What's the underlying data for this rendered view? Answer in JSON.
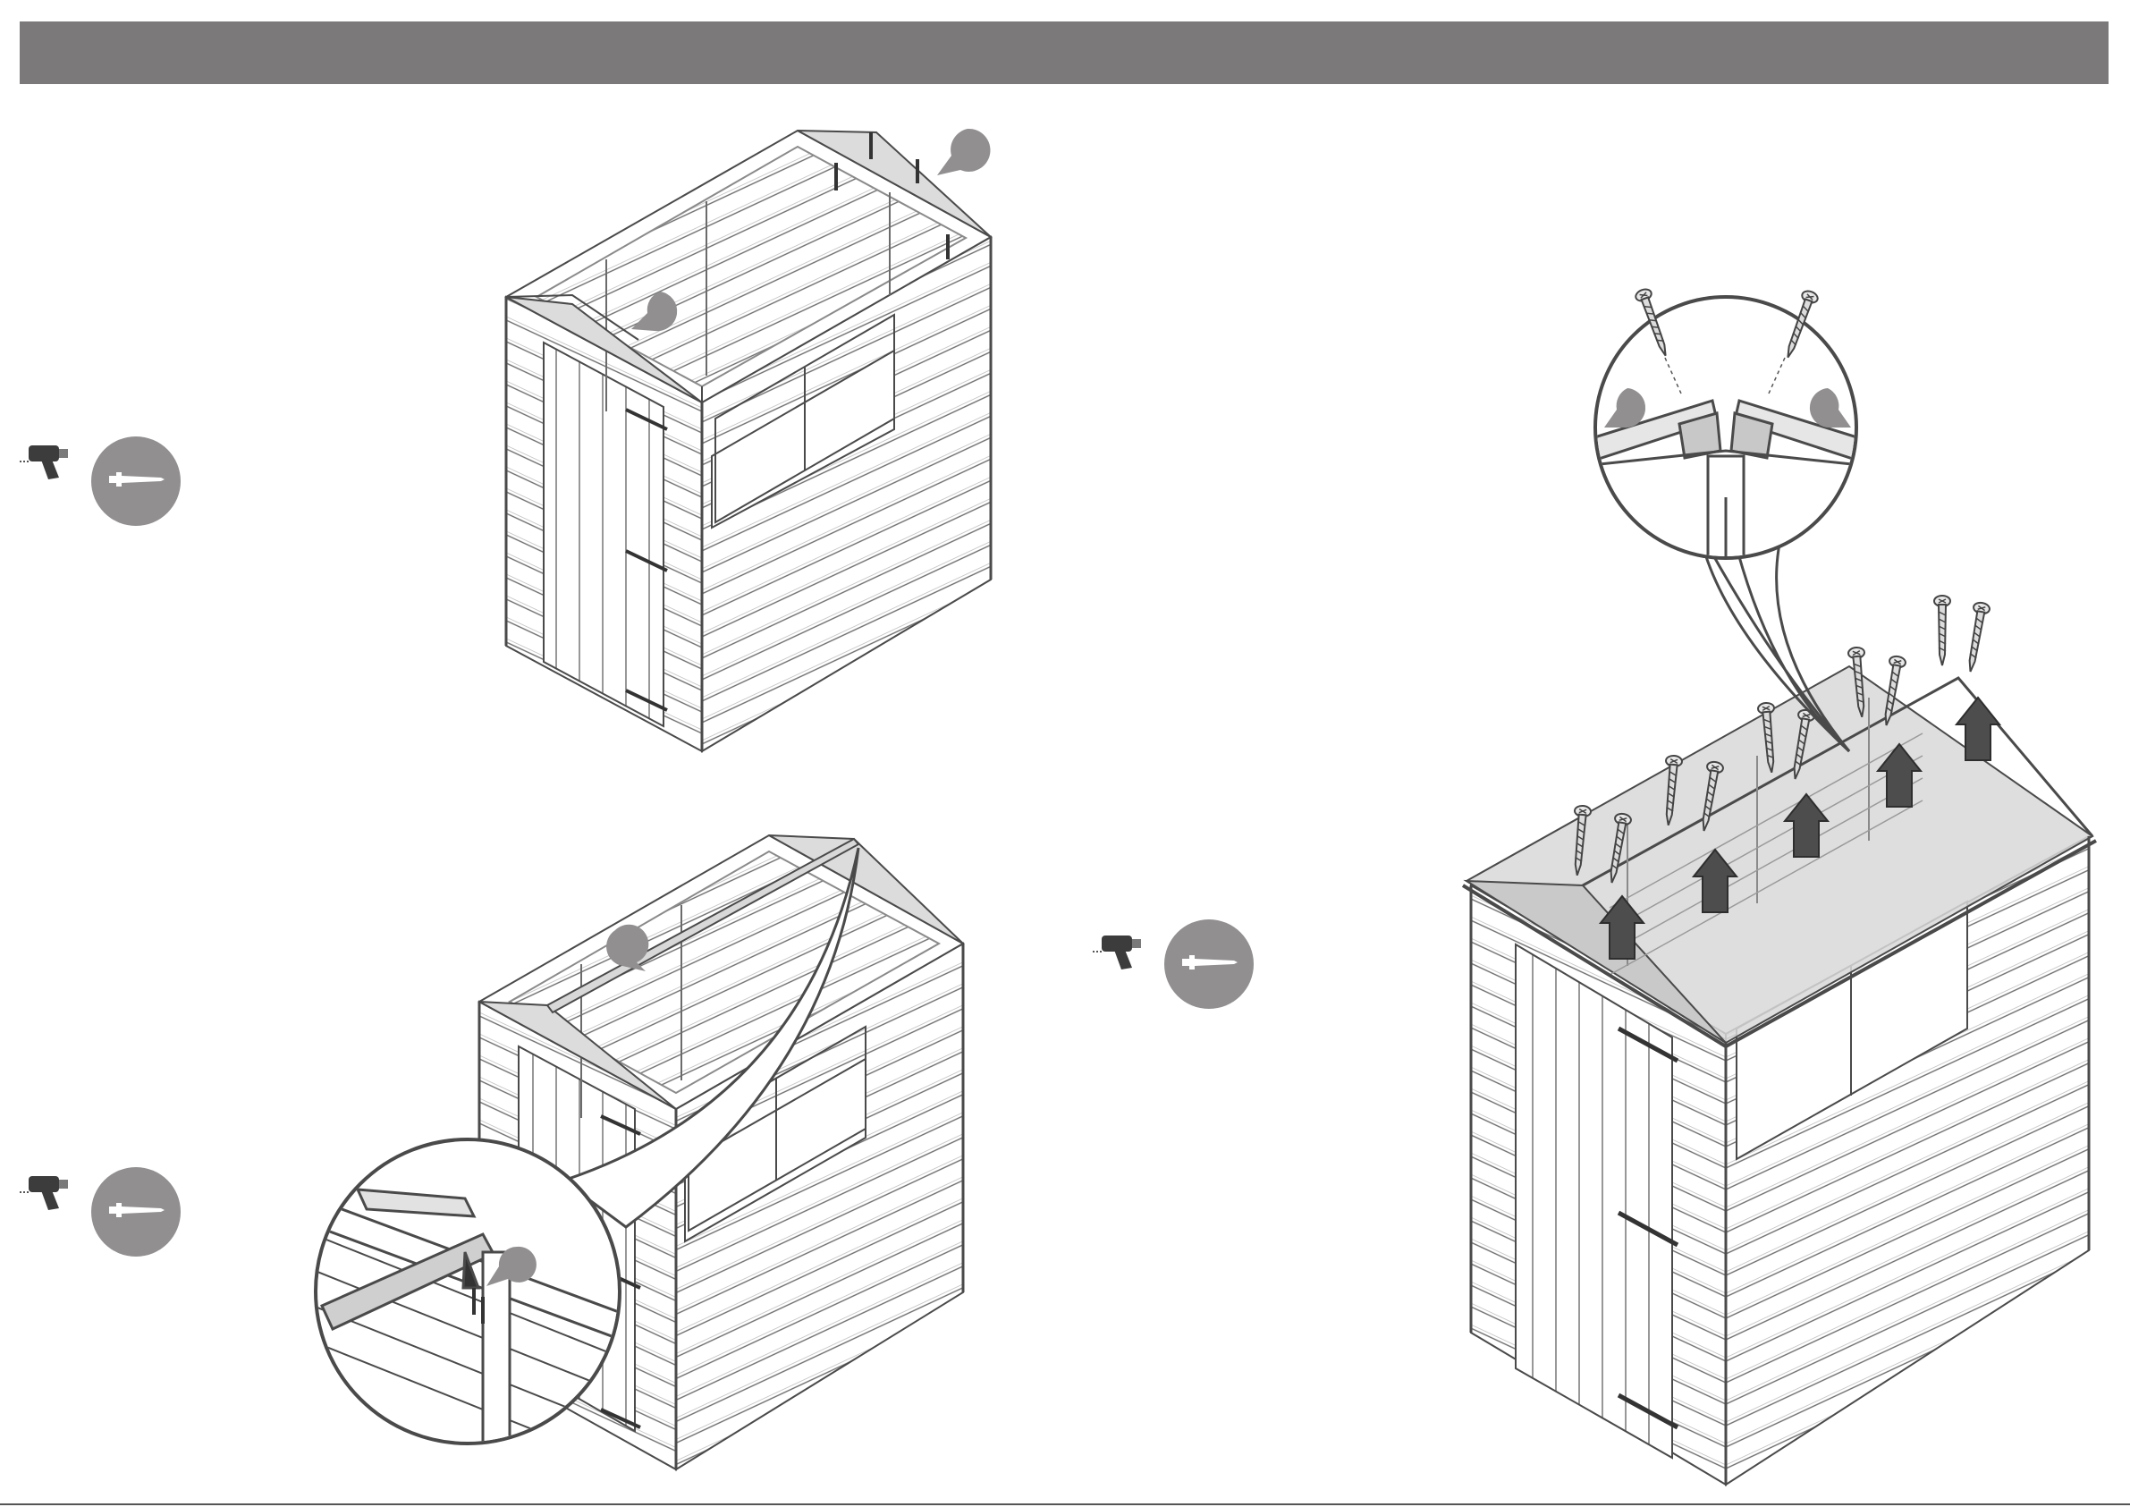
{
  "page": {
    "header_bar_color": "#7b797a",
    "badge_color": "#918f90",
    "line_color": "#4a4a4a",
    "arrow_color": "#4d4d4d"
  },
  "steps": [
    {
      "id": "gable-fixing",
      "tools": [
        "drill-icon",
        "screw-icon"
      ]
    },
    {
      "id": "ridge-bar-fixing",
      "tools": [
        "drill-icon",
        "screw-icon"
      ]
    },
    {
      "id": "roof-panel-fixing",
      "tools": [
        "drill-icon",
        "screw-icon"
      ]
    }
  ]
}
